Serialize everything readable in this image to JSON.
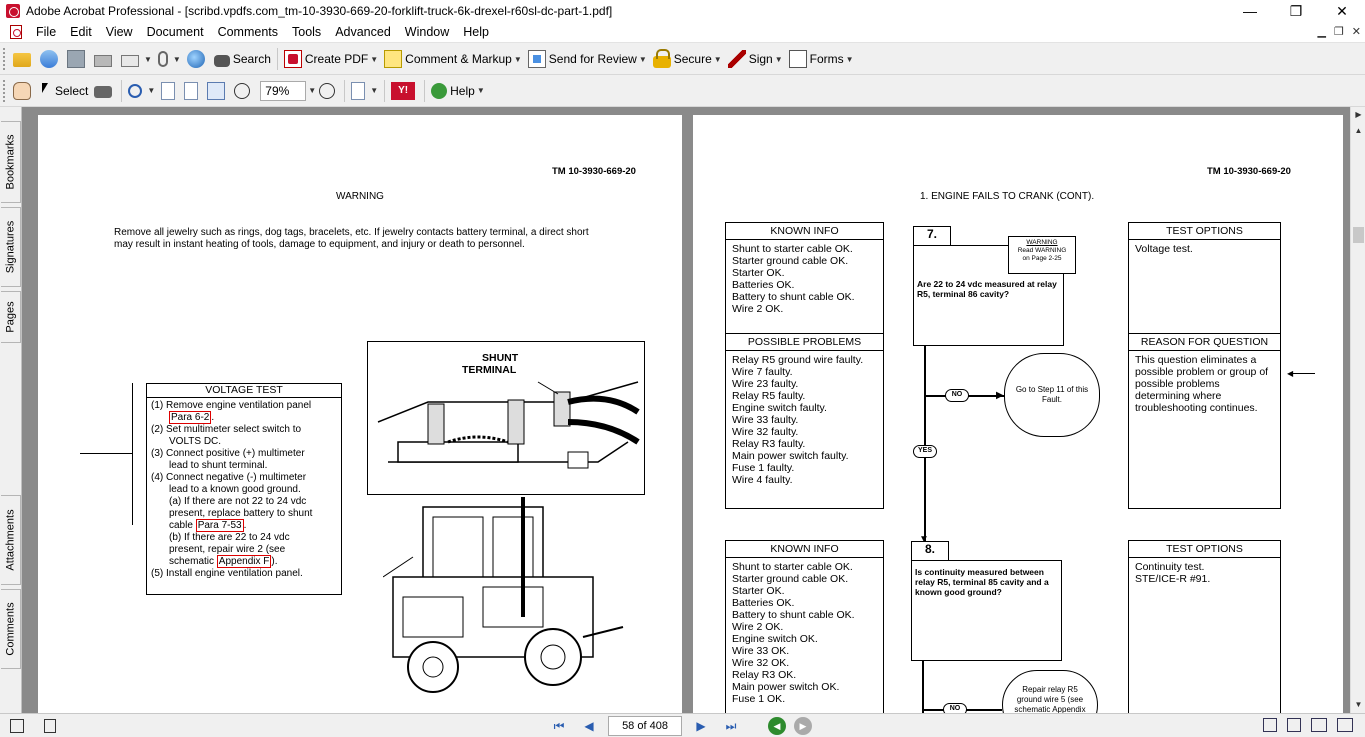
{
  "window": {
    "title": "Adobe Acrobat Professional - [scribd.vpdfs.com_tm-10-3930-669-20-forklift-truck-6k-drexel-r60sl-dc-part-1.pdf]",
    "minimize": "—",
    "maximize": "❐",
    "close": "✕"
  },
  "menu": {
    "items": [
      "File",
      "Edit",
      "View",
      "Document",
      "Comments",
      "Tools",
      "Advanced",
      "Window",
      "Help"
    ]
  },
  "toolbar1": {
    "search": "Search",
    "create_pdf": "Create PDF",
    "comment_markup": "Comment & Markup",
    "send_review": "Send for Review",
    "secure": "Secure",
    "sign": "Sign",
    "forms": "Forms"
  },
  "toolbar2": {
    "select": "Select",
    "zoom_value": "79%",
    "help": "Help"
  },
  "side_tabs": [
    "Bookmarks",
    "Signatures",
    "Pages",
    "Attachments",
    "Comments"
  ],
  "left_page": {
    "tm": "TM 10-3930-669-20",
    "warning_heading": "WARNING",
    "warning_text": "Remove all jewelry such as rings, dog tags, bracelets, etc.  If jewelry contacts battery terminal, a direct short may result in instant heating of tools, damage to equipment, and injury or death to personnel.",
    "vt_title": "VOLTAGE TEST",
    "vt_1a": "(1) Remove engine ventilation panel",
    "vt_1b": "Para 6-2",
    "vt_2a": "(2) Set multimeter select switch to",
    "vt_2b": "VOLTS DC.",
    "vt_3a": "(3) Connect positive (+) multimeter",
    "vt_3b": "lead to shunt terminal.",
    "vt_4a": "(4) Connect negative (-) multimeter",
    "vt_4b": "lead to a known good ground.",
    "vt_4c": "(a) If there are not 22 to 24 vdc",
    "vt_4d": "present, replace battery to shunt",
    "vt_4e": "cable",
    "vt_4e_link": "Para 7-53",
    "vt_4f": "(b) If there are 22 to 24 vdc",
    "vt_4g": "present, repair wire 2 (see",
    "vt_4h": "schematic",
    "vt_4h_link": "Appendix F",
    "vt_5": "(5) Install engine ventilation panel.",
    "shunt_label_1": "SHUNT",
    "shunt_label_2": "TERMINAL"
  },
  "right_page": {
    "tm": "TM 10-3930-669-20",
    "heading": "1.  ENGINE FAILS TO CRANK (CONT).",
    "known_info_head": "KNOWN INFO",
    "known_info_7": [
      "Shunt to starter cable OK.",
      "Starter ground cable OK.",
      "Starter OK.",
      "Batteries OK.",
      "Battery to shunt cable OK.",
      "Wire 2 OK."
    ],
    "possible_head": "POSSIBLE PROBLEMS",
    "possible_7": [
      "Relay R5 ground wire faulty.",
      "Wire 7 faulty.",
      "Wire 23 faulty.",
      "Relay R5 faulty.",
      "Engine switch faulty.",
      "Wire 33 faulty.",
      "Wire 32 faulty.",
      "Relay R3 faulty.",
      "Main power switch faulty.",
      "Fuse 1 faulty.",
      "Wire 4 faulty."
    ],
    "step7_num": "7.",
    "step7_warn_1": "WARNING",
    "step7_warn_2": "Read WARNING",
    "step7_warn_3": "on Page 2-25",
    "step7_q": "Are 22 to 24 vdc measured at relay R5, terminal 86 cavity?",
    "test_options_head": "TEST OPTIONS",
    "test_options_7": "Voltage test.",
    "reason_head": "REASON FOR QUESTION",
    "reason_7": "This question eliminates a possible problem or group of possible problems determining where troubleshooting continues.",
    "no_label": "NO",
    "yes_label": "YES",
    "goto_7": "Go to Step 11 of this Fault.",
    "known_info_8": [
      "Shunt to starter cable OK.",
      "Starter ground cable OK.",
      "Starter OK.",
      "Batteries OK.",
      "Battery to shunt cable OK.",
      "Wire 2 OK.",
      "Engine switch OK.",
      "Wire 33 OK.",
      "Wire 32 OK.",
      "Relay R3 OK.",
      "Main power switch OK.",
      "Fuse 1 OK."
    ],
    "step8_num": "8.",
    "step8_q": "Is continuity measured between relay R5, terminal 85 cavity and a known good ground?",
    "test_options_8a": "Continuity test.",
    "test_options_8b": "STE/ICE-R #91.",
    "repair_8": "Repair relay R5 ground wire 5 (see schematic Appendix"
  },
  "status": {
    "page_display": "58 of 408"
  }
}
